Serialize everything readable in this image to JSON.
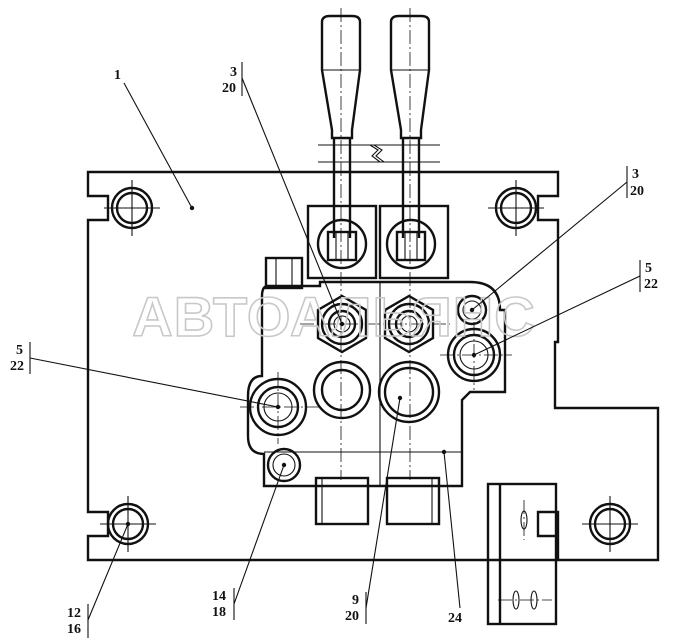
{
  "watermark": "АВТОАЛЬЯНС",
  "callouts": {
    "c1": {
      "top": "1"
    },
    "c2": {
      "top": "3",
      "bottom": "20"
    },
    "c3": {
      "top": "3",
      "bottom": "20"
    },
    "c4": {
      "top": "5",
      "bottom": "22"
    },
    "c5": {
      "top": "5",
      "bottom": "22"
    },
    "c6": {
      "top": "12",
      "bottom": "16"
    },
    "c7": {
      "top": "14",
      "bottom": "18"
    },
    "c8": {
      "top": "9",
      "bottom": "20"
    },
    "c9": {
      "top": "24"
    }
  }
}
